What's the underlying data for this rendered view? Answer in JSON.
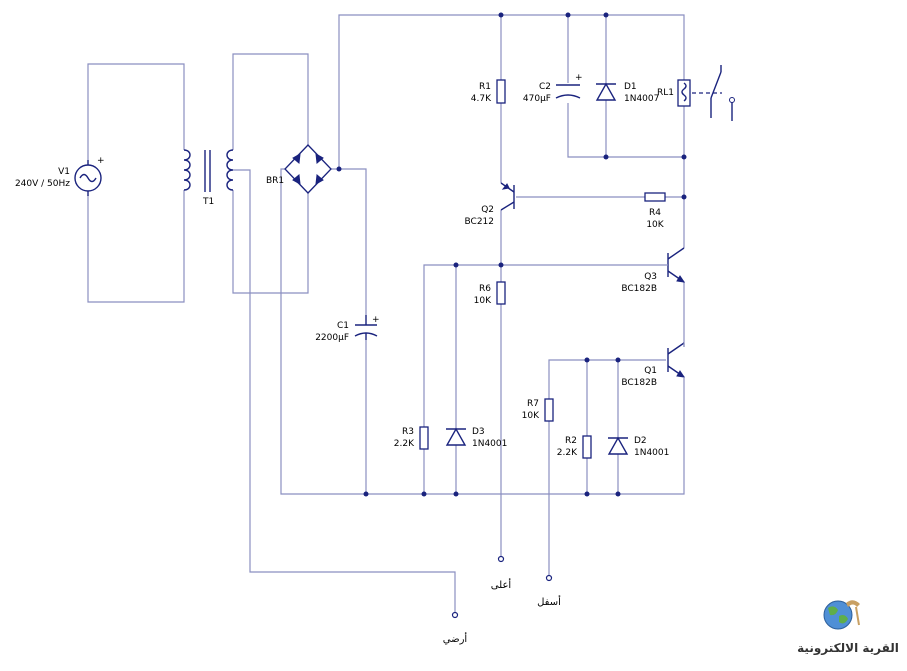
{
  "components": {
    "v1": {
      "ref": "V1",
      "value": "240V / 50Hz"
    },
    "t1": {
      "ref": "T1"
    },
    "br1": {
      "ref": "BR1"
    },
    "c1": {
      "ref": "C1",
      "value": "2200µF"
    },
    "r1": {
      "ref": "R1",
      "value": "4.7K"
    },
    "c2": {
      "ref": "C2",
      "value": "470µF"
    },
    "d1": {
      "ref": "D1",
      "value": "1N4007"
    },
    "rl1": {
      "ref": "RL1"
    },
    "q2": {
      "ref": "Q2",
      "value": "BC212"
    },
    "r4": {
      "ref": "R4",
      "value": "10K"
    },
    "q3": {
      "ref": "Q3",
      "value": "BC182B"
    },
    "r6": {
      "ref": "R6",
      "value": "10K"
    },
    "q1": {
      "ref": "Q1",
      "value": "BC182B"
    },
    "r7": {
      "ref": "R7",
      "value": "10K"
    },
    "r3": {
      "ref": "R3",
      "value": "2.2K"
    },
    "d3": {
      "ref": "D3",
      "value": "1N4001"
    },
    "r2": {
      "ref": "R2",
      "value": "2.2K"
    },
    "d2": {
      "ref": "D2",
      "value": "1N4001"
    }
  },
  "terminals": {
    "high": "أعلى",
    "low": "أسفل",
    "ground": "أرضي"
  },
  "polarity_mark": "+",
  "logo": {
    "text": "القرية الالكترونية"
  },
  "colors": {
    "wire": "#8b8fc0",
    "component": "#1a237e",
    "junction": "#1a237e"
  }
}
